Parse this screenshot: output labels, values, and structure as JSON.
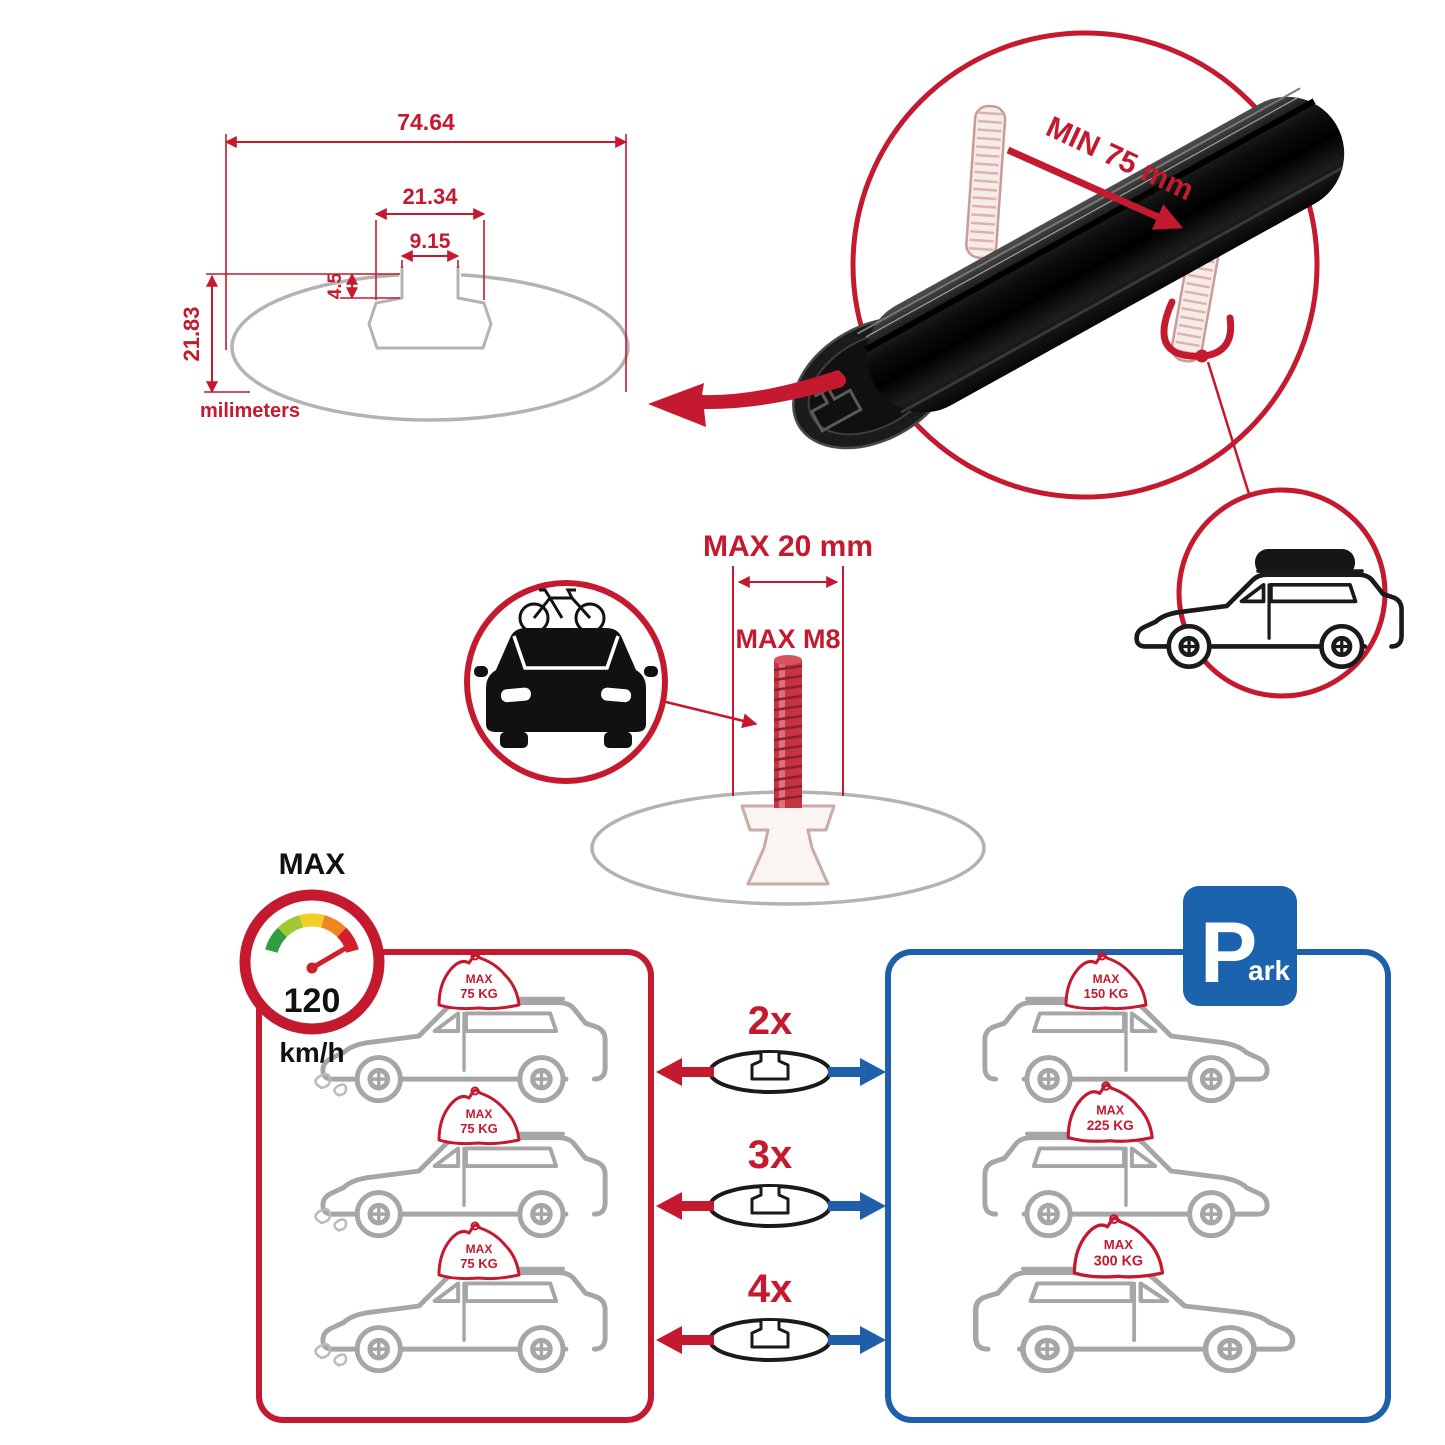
{
  "colors": {
    "accent_red": "#c4192e",
    "accent_blue": "#1f5fa9",
    "parking_blue": "#1c63ad",
    "profile_gray": "#b3b3b3",
    "car_gray": "#a6a6a6",
    "bar_black": "#111111"
  },
  "icons": {
    "crossbar_profile": "oval-crossbar-cross-section-diagram",
    "crossbar_render": "black-aero-crossbar-3d",
    "u_bolts": "threaded-u-bolt-clamp",
    "suv_roofbox": "suv-with-roof-cargo-box",
    "car_front_bike": "car-front-with-bicycle-on-roof",
    "bolt": "threaded-bolt",
    "t_slot_adapter": "t-slot-nut-adapter",
    "speedometer": "speed-gauge",
    "moving_car": "suv-side-view-moving",
    "parked_car": "suv-side-view-parked",
    "cargo_tent": "roof-cargo-load",
    "crossbar_section": "crossbar-oval-section",
    "parking_sign": "parking-sign"
  },
  "dimension_diagram": {
    "total_width": "74.64",
    "slot_outer_width": "21.34",
    "slot_inner_width": "9.15",
    "slot_depth": "4.5",
    "total_height": "21.83",
    "units_label": "milimeters"
  },
  "crossbar_detail": {
    "min_span_label": "MIN 75 mm"
  },
  "bolt_detail": {
    "max_length_label": "MAX 20 mm",
    "max_thread_label": "MAX M8"
  },
  "speed_limit": {
    "label": "MAX",
    "value": "120",
    "units": "km/h"
  },
  "comparison": {
    "rows": [
      {
        "multiplier": "2x",
        "left_load": {
          "label": "MAX",
          "value": "75 KG"
        },
        "right_load": {
          "label": "MAX",
          "value": "150 KG"
        }
      },
      {
        "multiplier": "3x",
        "left_load": {
          "label": "MAX",
          "value": "75 KG"
        },
        "right_load": {
          "label": "MAX",
          "value": "225 KG"
        }
      },
      {
        "multiplier": "4x",
        "left_load": {
          "label": "MAX",
          "value": "75 KG"
        },
        "right_load": {
          "label": "MAX",
          "value": "300 KG"
        }
      }
    ],
    "parking_sign": {
      "letter": "P",
      "suffix": "ark"
    }
  }
}
